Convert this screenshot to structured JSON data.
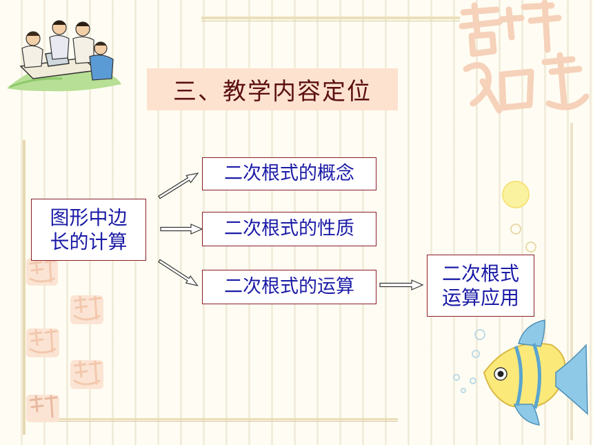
{
  "slide": {
    "title": "三、教学内容定位",
    "colors": {
      "title_bg": "#fde2cf",
      "title_text": "#5b0f12",
      "node_text": "#1a1aa6",
      "node_border": "#8a1c22",
      "decor_peach": "#f6d2bb"
    },
    "decor": {
      "people_image": "people-at-laptop-illustration",
      "watermark": "jixiang-seal-watermark",
      "fish": "tropical-fish-illustration",
      "bubbles": "bubble-icons"
    }
  },
  "diagram": {
    "source": {
      "label": "图形中边长的计算"
    },
    "targets": [
      {
        "label": "二次根式的概念"
      },
      {
        "label": "二次根式的性质"
      },
      {
        "label": "二次根式的运算"
      }
    ],
    "result": {
      "label": "二次根式运算应用"
    }
  }
}
